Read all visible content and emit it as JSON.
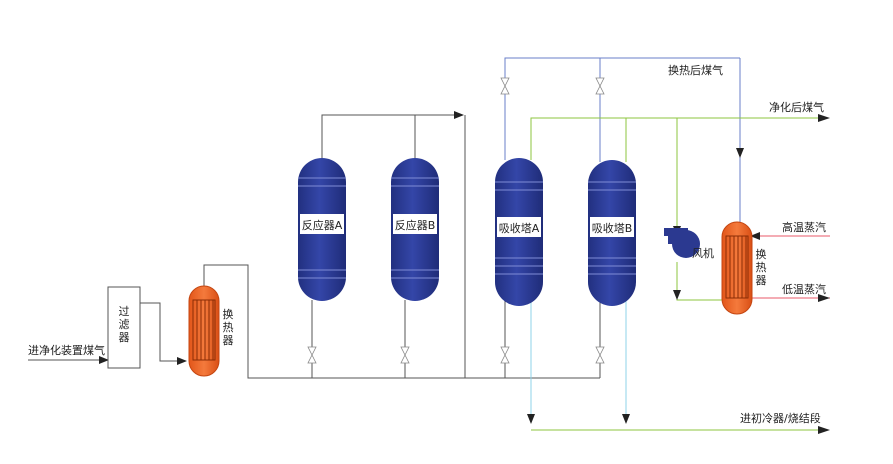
{
  "streams": {
    "inlet": "进净化装置煤气",
    "after_exchange_gas": "换热后煤气",
    "purified_gas": "净化后煤气",
    "hot_steam": "高温蒸汽",
    "cold_steam": "低温蒸汽",
    "to_cooler": "进初冷器/烧结段"
  },
  "equipment": {
    "filter": "过滤器",
    "heat_exchanger_1": "换热器",
    "reactor_a": "反应器A",
    "reactor_b": "反应器B",
    "absorber_a": "吸收塔A",
    "absorber_b": "吸收塔B",
    "fan": "风机",
    "heat_exchanger_2": "换热器"
  },
  "colors": {
    "vessel_blue": "#2b3990",
    "exchanger_orange": "#f26522",
    "line_grey": "#555555",
    "line_blue": "#6a7fc9",
    "line_green": "#8dc63f",
    "line_red": "#e8586a",
    "line_cyan": "#8fd3e8"
  }
}
